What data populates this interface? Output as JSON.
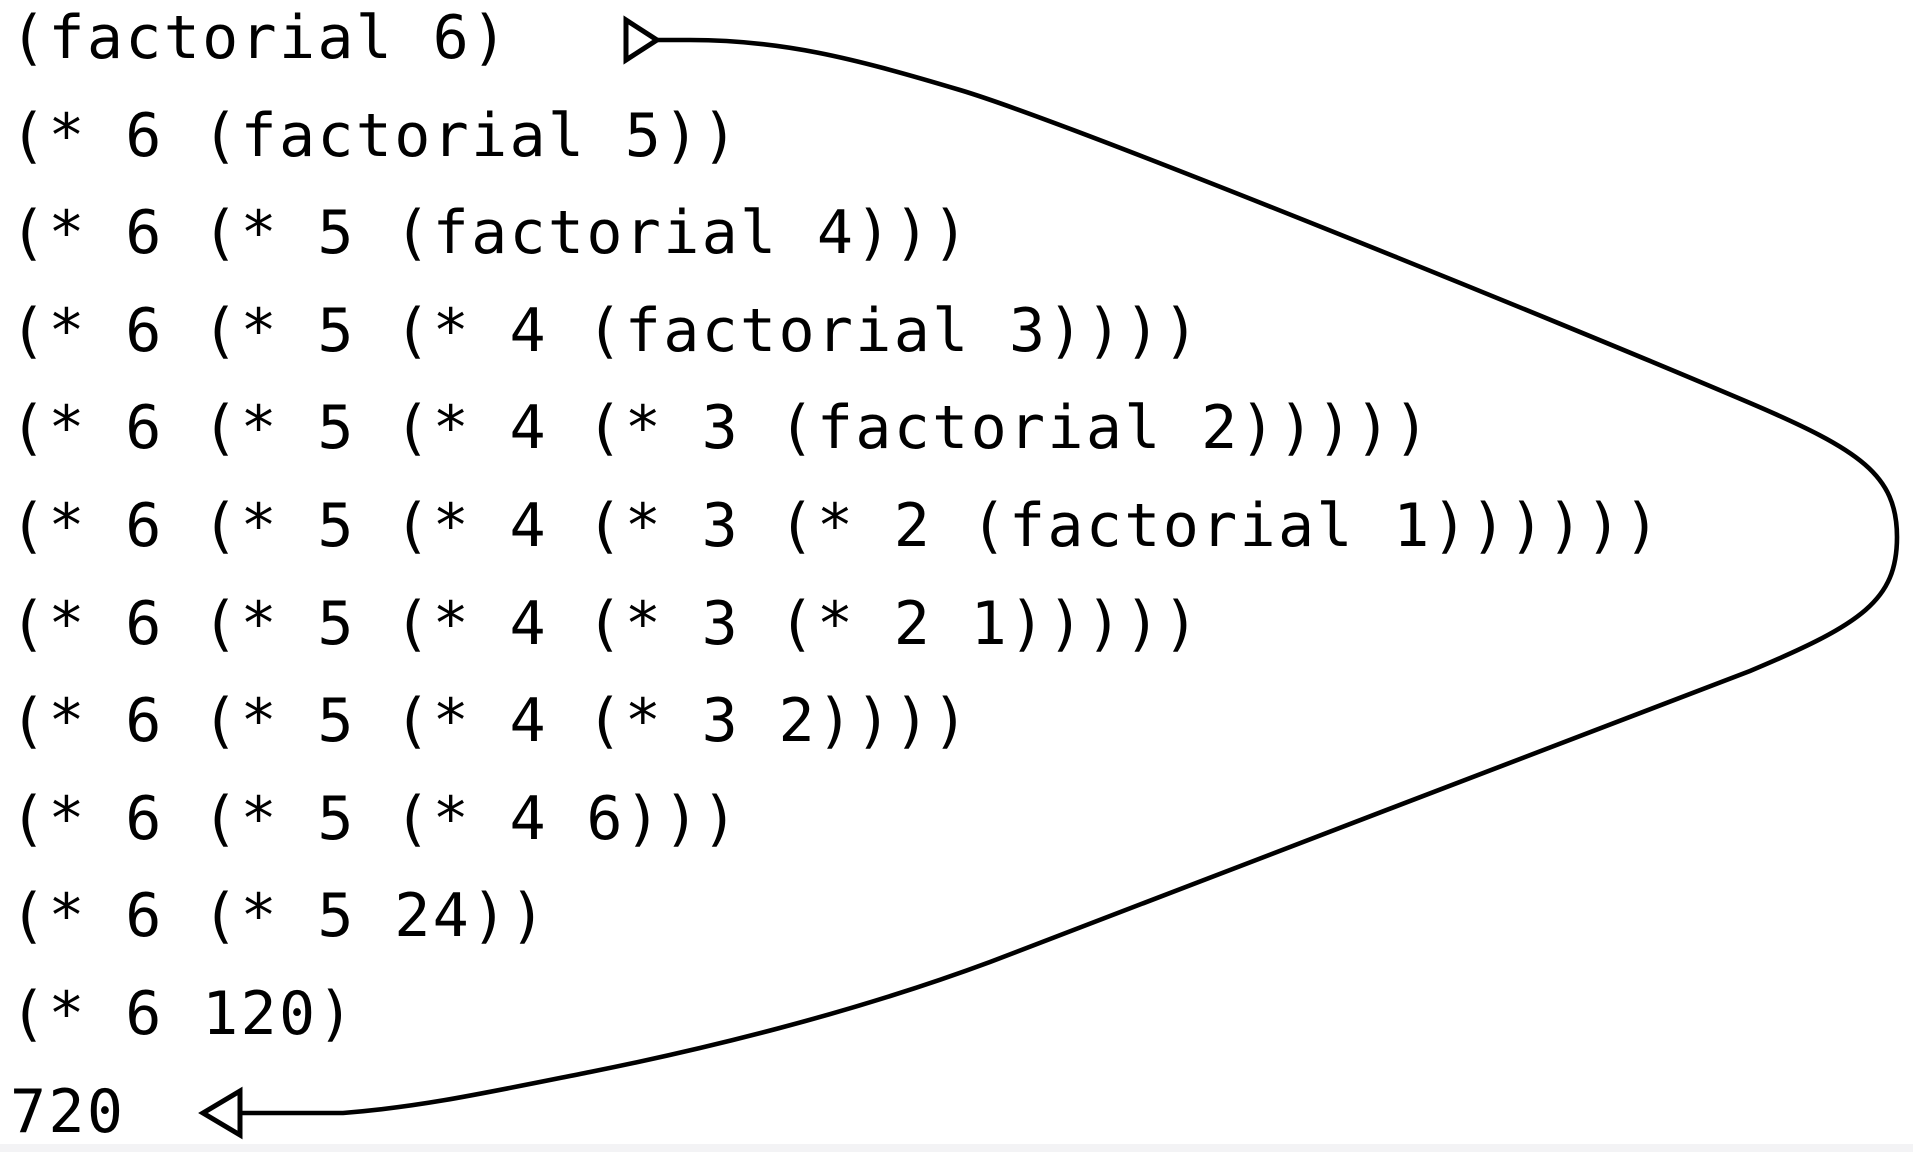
{
  "diagram": {
    "lines": [
      "(factorial 6)",
      "(* 6 (factorial 5))",
      "(* 6 (* 5 (factorial 4)))",
      "(* 6 (* 5 (* 4 (factorial 3))))",
      "(* 6 (* 5 (* 4 (* 3 (factorial 2)))))",
      "(* 6 (* 5 (* 4 (* 3 (* 2 (factorial 1))))))",
      "(* 6 (* 5 (* 4 (* 3 (* 2 1)))))",
      "(* 6 (* 5 (* 4 (* 3 2))))",
      "(* 6 (* 5 (* 4 6)))",
      "(* 6 (* 5 24))",
      "(* 6 120)",
      "720"
    ],
    "arrow": {
      "start_marker": "open-right-triangle",
      "end_marker": "open-left-triangle"
    },
    "colors": {
      "ink": "#000000",
      "background": "#ffffff",
      "arrow_fill": "#ffffff",
      "bottom_strip": "#f3f3f5"
    }
  }
}
